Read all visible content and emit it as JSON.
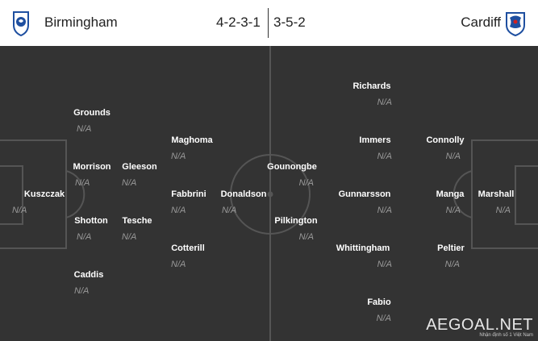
{
  "header": {
    "home": {
      "name": "Birmingham",
      "formation": "4-2-3-1",
      "icon": "birmingham-crest-icon"
    },
    "away": {
      "name": "Cardiff",
      "formation": "3-5-2",
      "icon": "cardiff-crest-icon"
    }
  },
  "home_players": [
    {
      "name": "Kuszczak",
      "rating": "N/A"
    },
    {
      "name": "Grounds",
      "rating": "N/A"
    },
    {
      "name": "Morrison",
      "rating": "N/A"
    },
    {
      "name": "Shotton",
      "rating": "N/A"
    },
    {
      "name": "Caddis",
      "rating": "N/A"
    },
    {
      "name": "Gleeson",
      "rating": "N/A"
    },
    {
      "name": "Tesche",
      "rating": "N/A"
    },
    {
      "name": "Maghoma",
      "rating": "N/A"
    },
    {
      "name": "Fabbrini",
      "rating": "N/A"
    },
    {
      "name": "Cotterill",
      "rating": "N/A"
    },
    {
      "name": "Donaldson",
      "rating": "N/A"
    }
  ],
  "away_players": [
    {
      "name": "Marshall",
      "rating": "N/A"
    },
    {
      "name": "Connolly",
      "rating": "N/A"
    },
    {
      "name": "Manga",
      "rating": "N/A"
    },
    {
      "name": "Peltier",
      "rating": "N/A"
    },
    {
      "name": "Richards",
      "rating": "N/A"
    },
    {
      "name": "Immers",
      "rating": "N/A"
    },
    {
      "name": "Gunnarsson",
      "rating": "N/A"
    },
    {
      "name": "Whittingham",
      "rating": "N/A"
    },
    {
      "name": "Fabio",
      "rating": "N/A"
    },
    {
      "name": "Gounongbe",
      "rating": "N/A"
    },
    {
      "name": "Pilkington",
      "rating": "N/A"
    }
  ],
  "watermark": {
    "brand": "AEGOAL.NET",
    "tagline": "Nhận định số 1 Việt Nam"
  }
}
